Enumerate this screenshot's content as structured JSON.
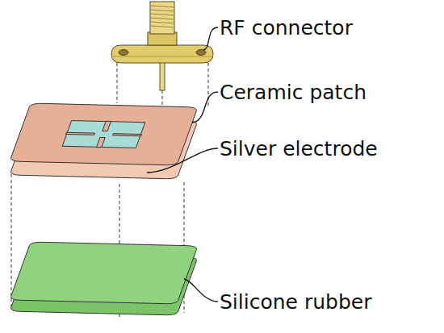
{
  "diagram": {
    "labels": [
      "RF connector",
      "Ceramic patch",
      "Silver electrode",
      "Silicone rubber"
    ]
  }
}
